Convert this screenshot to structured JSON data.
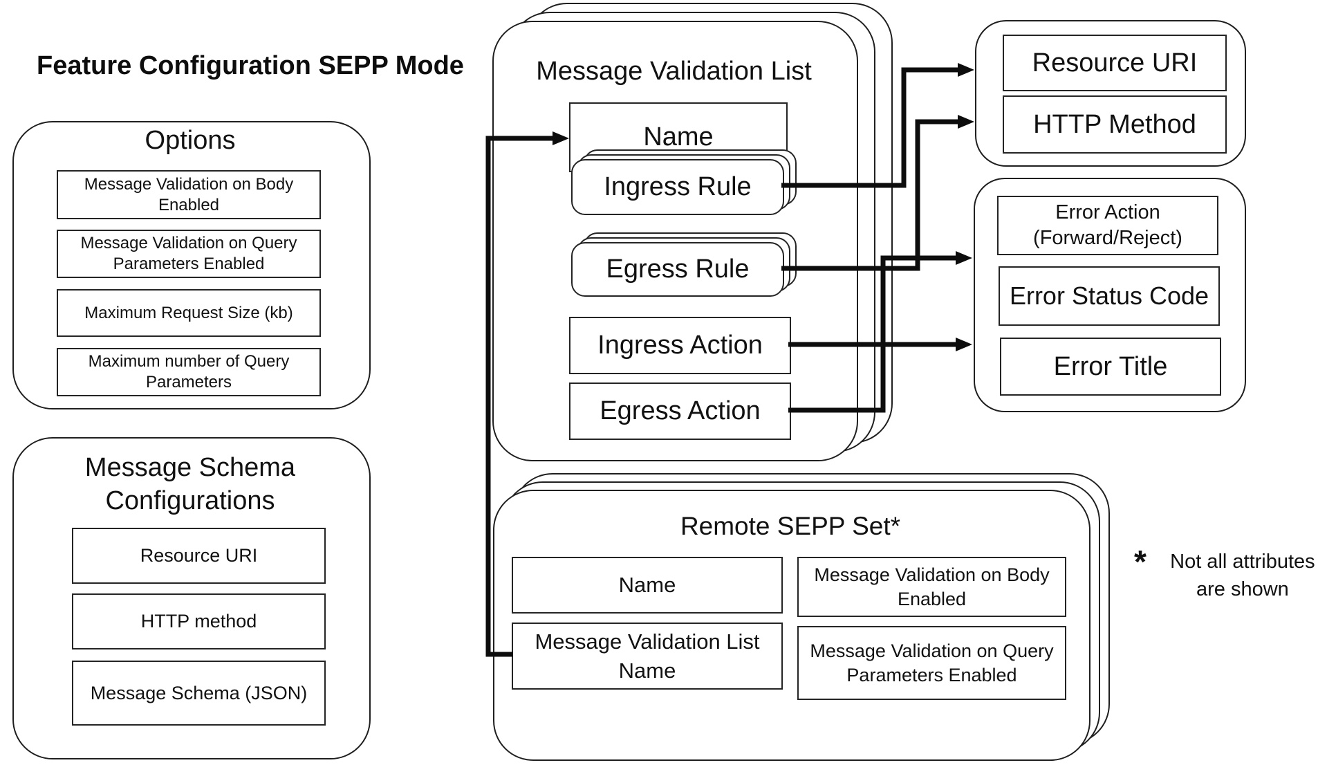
{
  "title": "Feature Configuration SEPP Mode",
  "colors": {
    "ink": "#1f1f1f",
    "background": "#ffffff"
  },
  "options": {
    "title": "Options",
    "items": [
      "Message Validation on Body Enabled",
      "Message Validation on Query Parameters Enabled",
      "Maximum Request Size (kb)",
      "Maximum number of Query Parameters"
    ]
  },
  "message_schema": {
    "title": "Message Schema Configurations",
    "items": [
      "Resource URI",
      "HTTP method",
      "Message Schema (JSON)"
    ]
  },
  "message_validation_list": {
    "title": "Message Validation List",
    "name": "Name",
    "ingress_rule": "Ingress Rule",
    "egress_rule": "Egress Rule",
    "ingress_action": "Ingress Action",
    "egress_action": "Egress Action"
  },
  "rule_target": {
    "resource_uri": "Resource URI",
    "http_method": "HTTP Method"
  },
  "error_target": {
    "error_action": "Error Action (Forward/Reject)",
    "error_status_code": "Error Status Code",
    "error_title": "Error Title"
  },
  "remote_sepp_set": {
    "title": "Remote SEPP Set*",
    "name": "Name",
    "mvl_name": "Message Validation List Name",
    "body_enabled": "Message Validation on Body Enabled",
    "query_enabled": "Message Validation on Query Parameters Enabled"
  },
  "footnote": {
    "marker": "*",
    "text": "Not all attributes are shown"
  }
}
